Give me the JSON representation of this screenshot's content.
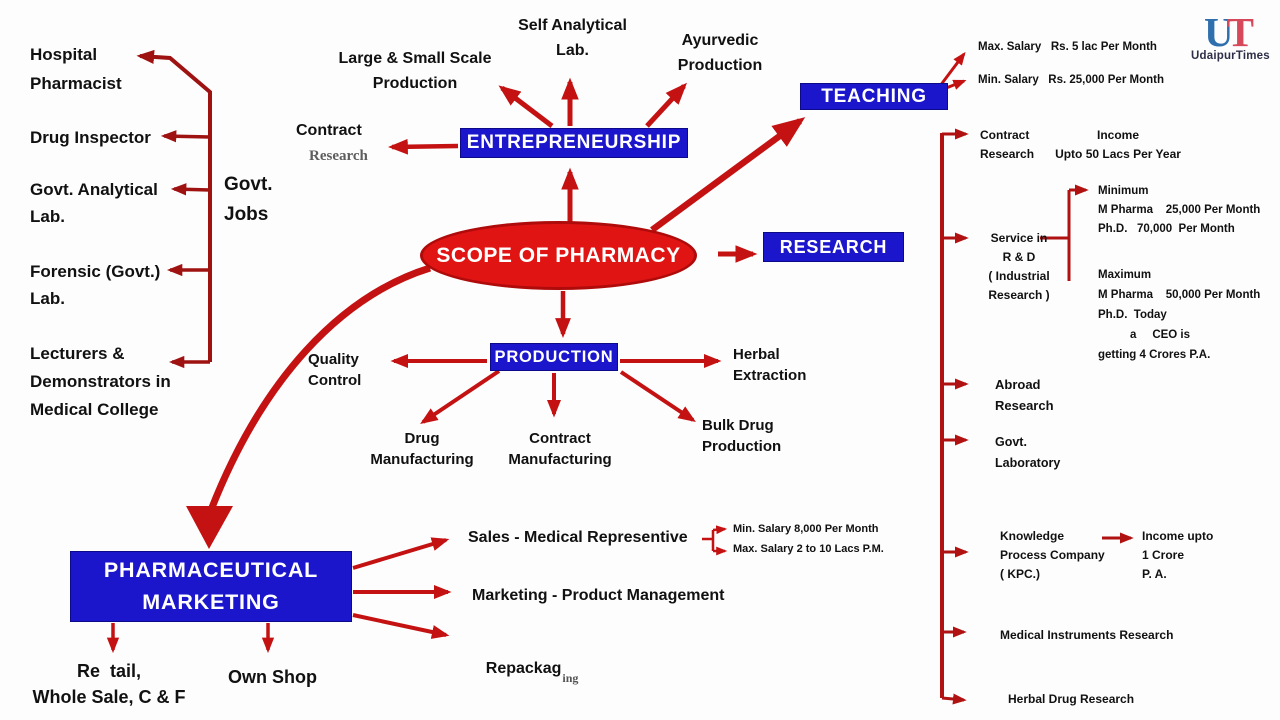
{
  "logo": {
    "u": "U",
    "t": "T",
    "brand": "UdaipurTimes"
  },
  "center": {
    "label": "SCOPE OF PHARMACY"
  },
  "boxes": {
    "entrepreneurship": "ENTREPRENEURSHIP",
    "teaching": "TEACHING",
    "research": "RESEARCH",
    "production": "PRODUCTION",
    "marketing": "PHARMACEUTICAL\nMARKETING"
  },
  "left_group": {
    "hospital": "Hospital\nPharmacist",
    "drug_inspector": "Drug Inspector",
    "govt_analytical": "Govt. Analytical\nLab.",
    "forensic": "Forensic (Govt.)\nLab.",
    "lecturers": "Lecturers &\nDemonstrators in\nMedical College",
    "govt_jobs": "Govt.\nJobs"
  },
  "entrepreneurship_children": {
    "large_small": "Large & Small Scale\nProduction",
    "self_analytical": "Self Analytical\nLab.",
    "ayurvedic": "Ayurvedic\nProduction",
    "contract": "Contract",
    "contract_sub": "Research"
  },
  "teaching_children": {
    "max_salary": "Max. Salary   Rs. 5 lac Per Month",
    "min_salary": "Min. Salary   Rs. 25,000 Per Month"
  },
  "research_children": {
    "contract_research": "Contract\nResearch",
    "contract_income": "Income\nUpto 50 Lacs Per Year",
    "service_rnd": "Service in\nR & D\n( Industrial\nResearch )",
    "minimum_block": "Minimum\nM Pharma    25,000 Per Month\nPh.D.   70,000  Per Month",
    "maximum_block": "Maximum\nM Pharma    50,000 Per Month\nPh.D.  Today\n          a     CEO is\ngetting 4 Crores P.A.",
    "abroad": "Abroad\nResearch",
    "govt_lab": "Govt.\nLaboratory",
    "kpc": "Knowledge\nProcess Company\n( KPC.)",
    "kpc_income": "Income upto\n1 Crore\nP. A.",
    "medical_instruments": "Medical Instruments Research",
    "herbal_drug": "Herbal Drug Research"
  },
  "production_children": {
    "quality": "Quality\nControl",
    "drug_mfg": "Drug\nManufacturing",
    "contract_mfg": "Contract\nManufacturing",
    "herbal_extraction": "Herbal\nExtraction",
    "bulk_drug": "Bulk Drug\nProduction"
  },
  "marketing_children": {
    "retail": "Re  tail,\nWhole Sale, C & F",
    "own_shop": "Own Shop",
    "sales_rep": "Sales - Medical Representive",
    "sales_min": "Min. Salary 8,000 Per Month",
    "sales_max": "Max. Salary 2 to 10 Lacs P.M.",
    "marketing_pm": "Marketing - Product Management",
    "repackaging": "Repackag",
    "repackaging_sub": "ing"
  },
  "colors": {
    "node_blue": "#1b15cb",
    "ellipse_red": "#e11414",
    "arrow_red": "#c41212",
    "bracket_dark_red": "#9e1212",
    "spine_red": "#b01212"
  }
}
